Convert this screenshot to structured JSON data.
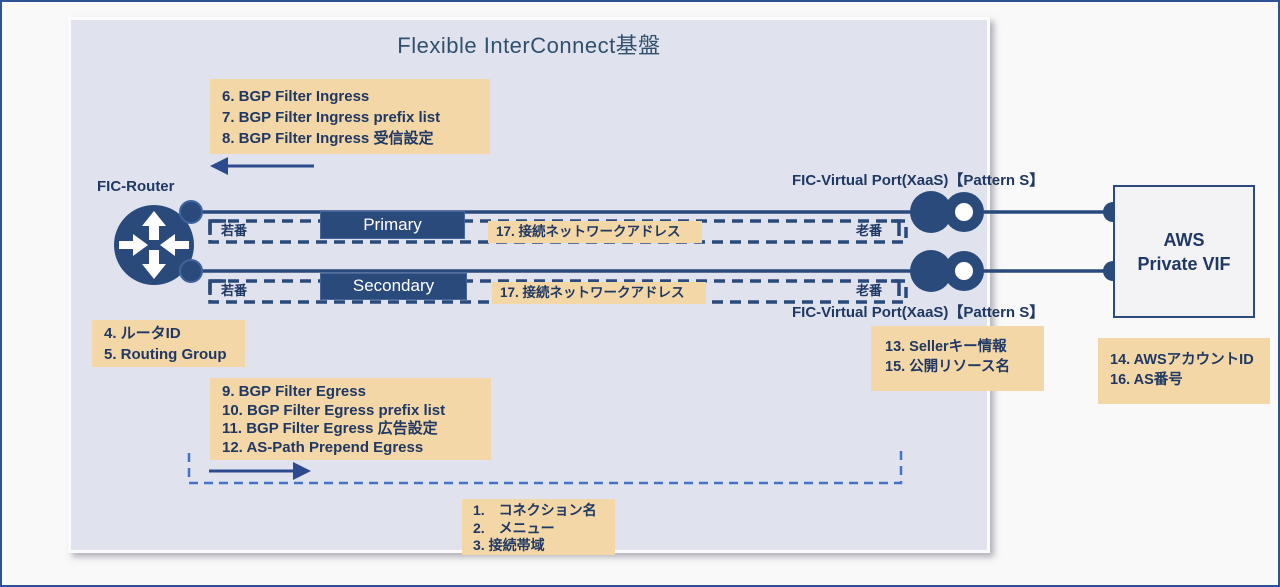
{
  "colors": {
    "navy": "#2b4a7c",
    "navy-text": "#1f3864",
    "tan": "#f4d7a6",
    "lavender": "#e0e3ee",
    "page-bg": "#f9f9f9",
    "frame": "#2e5394",
    "dash-blue": "#4472c4",
    "arrow": "#2e4a8e",
    "title-text": "#31506e"
  },
  "panel": {
    "title": "Flexible InterConnect基盤"
  },
  "router": {
    "label": "FIC-Router"
  },
  "virtual_ports": {
    "primary_label": "FIC-Virtual Port(XaaS)【Pattern S】",
    "secondary_label": "FIC-Virtual Port(XaaS)【Pattern S】"
  },
  "aws_box": {
    "line1": "AWS",
    "line2": "Private VIF"
  },
  "connections": {
    "primary": {
      "name": "Primary",
      "near_port": "若番",
      "far_port": "老番",
      "address_note": "17. 接続ネットワークアドレス"
    },
    "secondary": {
      "name": "Secondary",
      "near_port": "若番",
      "far_port": "老番",
      "address_note": "17. 接続ネットワークアドレス"
    }
  },
  "notes": {
    "bgp_ingress": [
      "6. BGP Filter Ingress",
      "7. BGP Filter Ingress prefix list",
      "8. BGP Filter Ingress 受信設定"
    ],
    "router_settings": [
      "4. ルータID",
      "5. Routing Group"
    ],
    "bgp_egress": [
      "9. BGP Filter Egress",
      "10. BGP Filter Egress prefix list",
      "11. BGP Filter Egress 広告設定",
      "12. AS-Path Prepend Egress"
    ],
    "seller_info": [
      "13. Sellerキー情報",
      "15. 公開リソース名"
    ],
    "aws_account": [
      "14. AWSアカウントID",
      "16. AS番号"
    ],
    "connection_settings": [
      "1.　コネクション名",
      "2.　メニュー",
      "3. 接続帯域"
    ]
  }
}
